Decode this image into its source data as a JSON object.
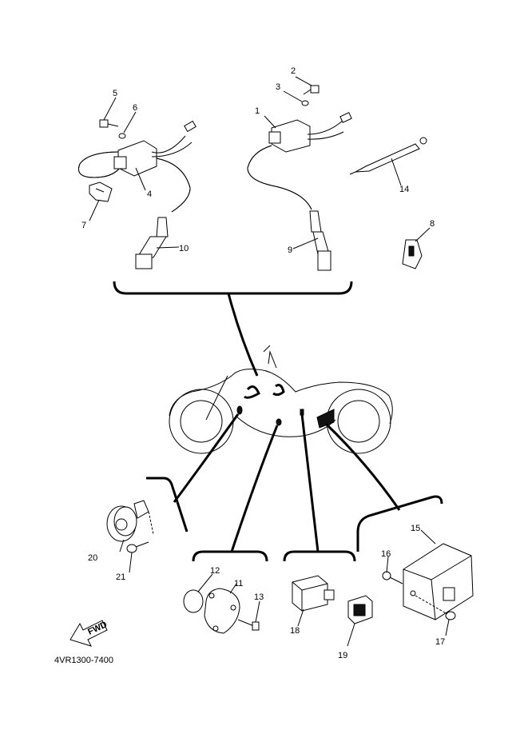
{
  "diagram": {
    "part_code": "4VR1300-7400",
    "fwd_label": "FWD",
    "callouts": [
      "1",
      "2",
      "3",
      "4",
      "5",
      "6",
      "7",
      "8",
      "9",
      "10",
      "11",
      "12",
      "13",
      "14",
      "15",
      "16",
      "17",
      "18",
      "19",
      "20",
      "21"
    ]
  },
  "colors": {
    "line": "#000000",
    "background": "#ffffff"
  }
}
